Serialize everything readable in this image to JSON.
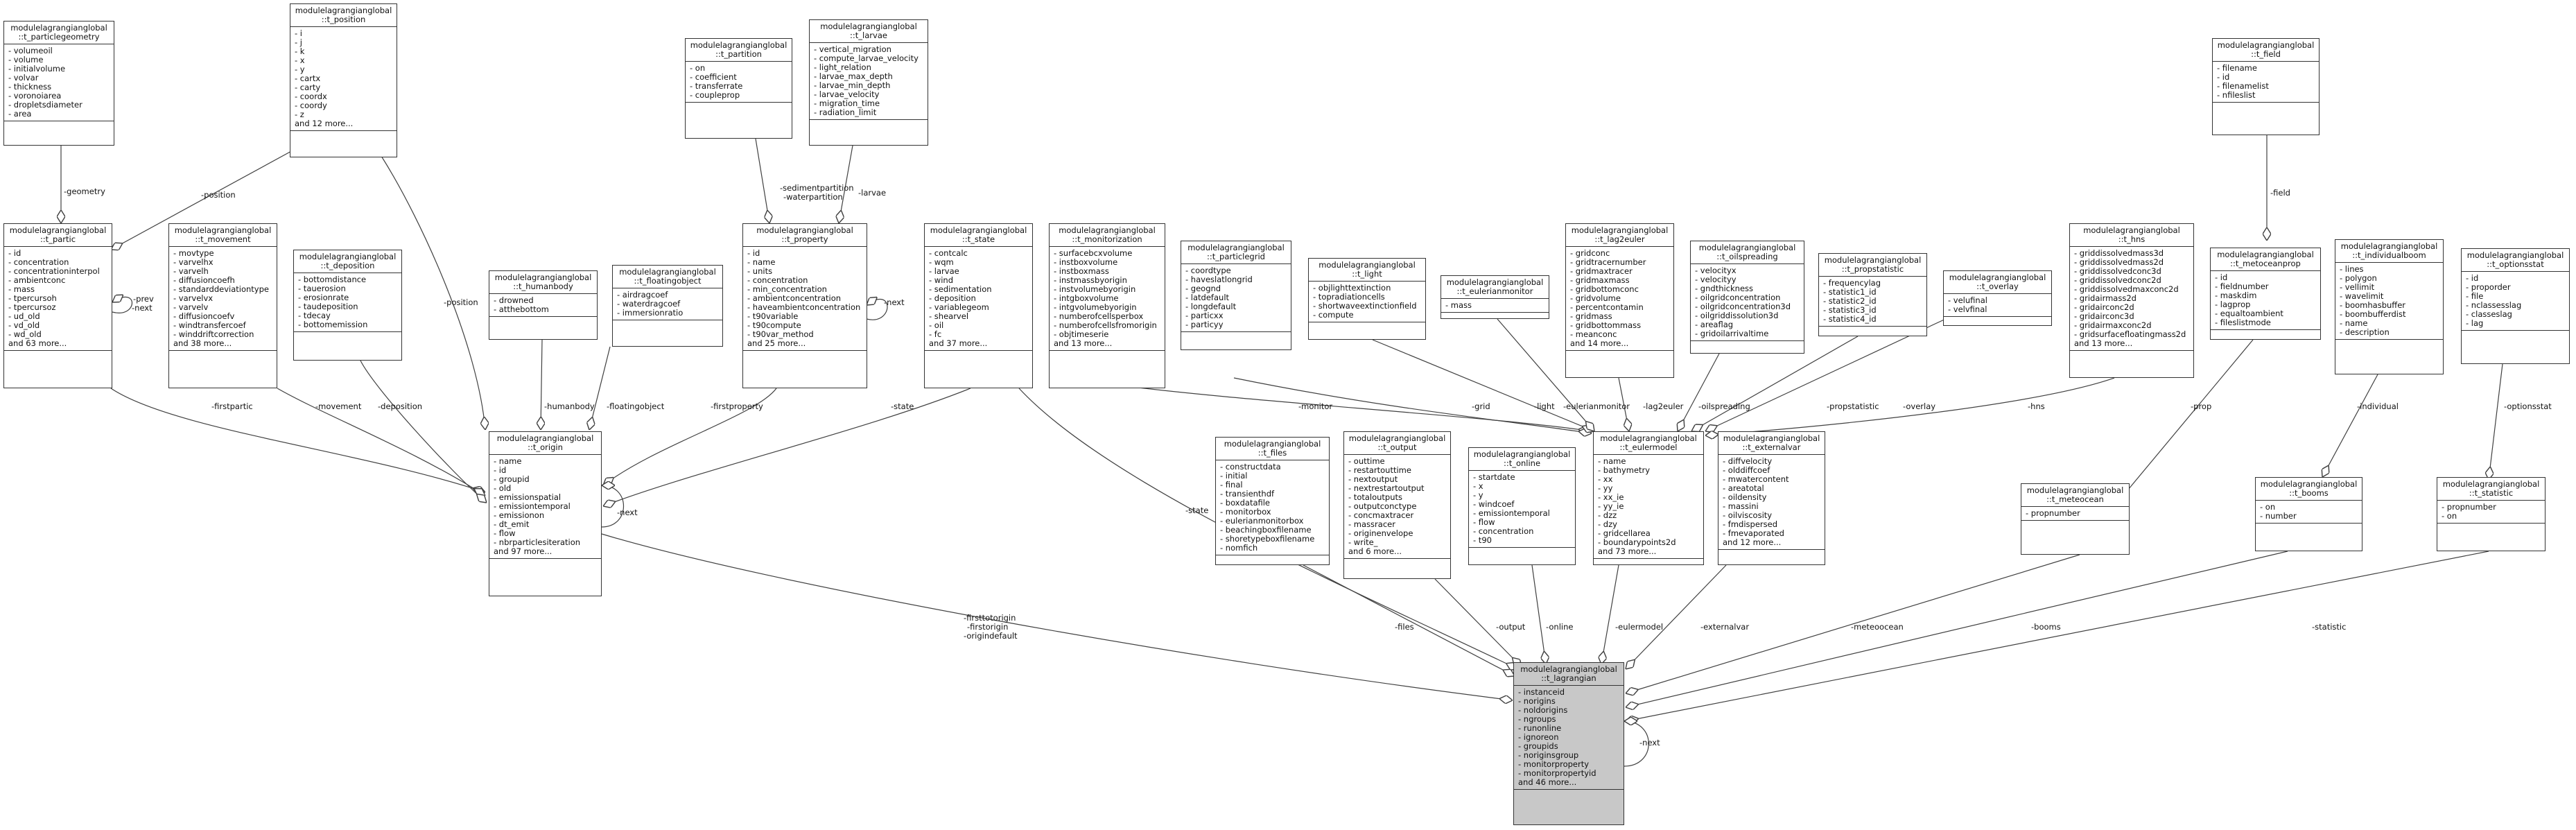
{
  "nodes": {
    "particlegeometry": {
      "t1": "modulelagrangianglobal",
      "t2": "::t_particlegeometry",
      "fields": [
        "- volumeoil",
        "- volume",
        "- initialvolume",
        "- volvar",
        "- thickness",
        "- voronoiarea",
        "- dropletsdiameter",
        "- area"
      ]
    },
    "position": {
      "t1": "modulelagrangianglobal",
      "t2": "::t_position",
      "fields": [
        "- i",
        "- j",
        "- k",
        "- x",
        "- y",
        "- cartx",
        "- carty",
        "- coordx",
        "- coordy",
        "- z",
        "and 12 more..."
      ]
    },
    "partition": {
      "t1": "modulelagrangianglobal",
      "t2": "::t_partition",
      "fields": [
        "- on",
        "- coefficient",
        "- transferrate",
        "- coupleprop"
      ]
    },
    "larvae": {
      "t1": "modulelagrangianglobal",
      "t2": "::t_larvae",
      "fields": [
        "- vertical_migration",
        "- compute_larvae_velocity",
        "- light_relation",
        "- larvae_max_depth",
        "- larvae_min_depth",
        "- larvae_velocity",
        "- migration_time",
        "- radiation_limit"
      ]
    },
    "field": {
      "t1": "modulelagrangianglobal",
      "t2": "::t_field",
      "fields": [
        "- filename",
        "- id",
        "- filenamelist",
        "- nfileslist"
      ]
    },
    "partic": {
      "t1": "modulelagrangianglobal",
      "t2": "::t_partic",
      "fields": [
        "- id",
        "- concentration",
        "- concentrationinterpol",
        "- ambientconc",
        "- mass",
        "- tpercursoh",
        "- tpercursoz",
        "- ud_old",
        "- vd_old",
        "- wd_old",
        "and 63 more..."
      ]
    },
    "movement": {
      "t1": "modulelagrangianglobal",
      "t2": "::t_movement",
      "fields": [
        "- movtype",
        "- varvelhx",
        "- varvelh",
        "- diffusioncoefh",
        "- standarddeviationtype",
        "- varvelvx",
        "- varvelv",
        "- diffusioncoefv",
        "- windtransfercoef",
        "- winddriftcorrection",
        "and 38 more..."
      ]
    },
    "deposition": {
      "t1": "modulelagrangianglobal",
      "t2": "::t_deposition",
      "fields": [
        "- bottomdistance",
        "- tauerosion",
        "- erosionrate",
        "- taudeposition",
        "- tdecay",
        "- bottomemission"
      ]
    },
    "humanbody": {
      "t1": "modulelagrangianglobal",
      "t2": "::t_humanbody",
      "fields": [
        "- drowned",
        "- atthebottom"
      ]
    },
    "floatingobject": {
      "t1": "modulelagrangianglobal",
      "t2": "::t_floatingobject",
      "fields": [
        "- airdragcoef",
        "- waterdragcoef",
        "- immersionratio"
      ]
    },
    "property": {
      "t1": "modulelagrangianglobal",
      "t2": "::t_property",
      "fields": [
        "- id",
        "- name",
        "- units",
        "- concentration",
        "- min_concentration",
        "- ambientconcentration",
        "- haveambientconcentration",
        "- t90variable",
        "- t90compute",
        "- t90var_method",
        "and 25 more..."
      ]
    },
    "state": {
      "t1": "modulelagrangianglobal",
      "t2": "::t_state",
      "fields": [
        "- contcalc",
        "- wqm",
        "- larvae",
        "- wind",
        "- sedimentation",
        "- deposition",
        "- variablegeom",
        "- shearvel",
        "- oil",
        "- fc",
        "and 37 more..."
      ]
    },
    "monitorization": {
      "t1": "modulelagrangianglobal",
      "t2": "::t_monitorization",
      "fields": [
        "- surfacebcxvolume",
        "- instboxvolume",
        "- instboxmass",
        "- instmassbyorigin",
        "- instvolumebyorigin",
        "- intgboxvolume",
        "- intgvolumebyorigin",
        "- numberofcellsperbox",
        "- numberofcellsfromorigin",
        "- objtimeserie",
        "and 13 more..."
      ]
    },
    "particlegrid": {
      "t1": "modulelagrangianglobal",
      "t2": "::t_particlegrid",
      "fields": [
        "- coordtype",
        "- haveslatlongrid",
        "- geognd",
        "- latdefault",
        "- longdefault",
        "- particxx",
        "- particyy"
      ]
    },
    "light": {
      "t1": "modulelagrangianglobal",
      "t2": "::t_light",
      "fields": [
        "- objlighttextinction",
        "- topradiationcells",
        "- shortwaveextinctionfield",
        "- compute"
      ]
    },
    "eulerianmonitor": {
      "t1": "modulelagrangianglobal",
      "t2": "::t_eulerianmonitor",
      "fields": [
        "- mass"
      ]
    },
    "lag2euler": {
      "t1": "modulelagrangianglobal",
      "t2": "::t_lag2euler",
      "fields": [
        "- gridconc",
        "- gridtracernumber",
        "- gridmaxtracer",
        "- gridmaxmass",
        "- gridbottomconc",
        "- gridvolume",
        "- percentcontamin",
        "- gridmass",
        "- gridbottommass",
        "- meanconc",
        "and 14 more..."
      ]
    },
    "oilspreading": {
      "t1": "modulelagrangianglobal",
      "t2": "::t_oilspreading",
      "fields": [
        "- velocityx",
        "- velocityy",
        "- gndthickness",
        "- oilgridconcentration",
        "- oilgridconcentration3d",
        "- oilgriddissolution3d",
        "- areaflag",
        "- gridoilarrivaltime"
      ]
    },
    "propstatistic": {
      "t1": "modulelagrangianglobal",
      "t2": "::t_propstatistic",
      "fields": [
        "- frequencylag",
        "- statistic1_id",
        "- statistic2_id",
        "- statistic3_id",
        "- statistic4_id"
      ]
    },
    "overlay": {
      "t1": "modulelagrangianglobal",
      "t2": "::t_overlay",
      "fields": [
        "- velufinal",
        "- velvfinal"
      ]
    },
    "hns": {
      "t1": "modulelagrangianglobal",
      "t2": "::t_hns",
      "fields": [
        "- griddissolvedmass3d",
        "- griddissolvedmass2d",
        "- griddissolvedconc3d",
        "- griddissolvedconc2d",
        "- griddissolvedmaxconc2d",
        "- gridairmass2d",
        "- gridairconc2d",
        "- gridairconc3d",
        "- gridairmaxconc2d",
        "- gridsurfacefloatingmass2d",
        "and 13 more..."
      ]
    },
    "metoceanprop": {
      "t1": "modulelagrangianglobal",
      "t2": "::t_metoceanprop",
      "fields": [
        "- id",
        "- fieldnumber",
        "- maskdim",
        "- lagprop",
        "- equaltoambient",
        "- fileslistmode"
      ]
    },
    "individualboom": {
      "t1": "modulelagrangianglobal",
      "t2": "::t_individualboom",
      "fields": [
        "- lines",
        "- polygon",
        "- vellimit",
        "- wavelimit",
        "- boomhasbuffer",
        "- boombufferdist",
        "- name",
        "- description"
      ]
    },
    "optionsstat": {
      "t1": "modulelagrangianglobal",
      "t2": "::t_optionsstat",
      "fields": [
        "- id",
        "- proporder",
        "- file",
        "- nclassesslag",
        "- classeslag",
        "- lag"
      ]
    },
    "origin": {
      "t1": "modulelagrangianglobal",
      "t2": "::t_origin",
      "fields": [
        "- name",
        "- id",
        "- groupid",
        "- old",
        "- emissionspatial",
        "- emissiontemporal",
        "- emissionon",
        "- dt_emit",
        "- flow",
        "- nbrparticlesiteration",
        "and 97 more..."
      ]
    },
    "files": {
      "t1": "modulelagrangianglobal",
      "t2": "::t_files",
      "fields": [
        "- constructdata",
        "- initial",
        "- final",
        "- transienthdf",
        "- boxdatafile",
        "- monitorbox",
        "- eulerianmonitorbox",
        "- beachingboxfilename",
        "- shoretypeboxfilename",
        "- nomfich"
      ]
    },
    "output": {
      "t1": "modulelagrangianglobal",
      "t2": "::t_output",
      "fields": [
        "- outtime",
        "- restartouttime",
        "- nextoutput",
        "- nextrestartoutput",
        "- totaloutputs",
        "- outputconctype",
        "- concmaxtracer",
        "- massracer",
        "- originenvelope",
        "- write_",
        "and 6 more..."
      ]
    },
    "online": {
      "t1": "modulelagrangianglobal",
      "t2": "::t_online",
      "fields": [
        "- startdate",
        "- x",
        "- y",
        "- windcoef",
        "- emissiontemporal",
        "- flow",
        "- concentration",
        "- t90"
      ]
    },
    "eulermodel": {
      "t1": "modulelagrangianglobal",
      "t2": "::t_eulermodel",
      "fields": [
        "- name",
        "- bathymetry",
        "- xx",
        "- yy",
        "- xx_ie",
        "- yy_ie",
        "- dzz",
        "- dzy",
        "- gridcellarea",
        "- boundarypoints2d",
        "and 73 more..."
      ]
    },
    "externalvar": {
      "t1": "modulelagrangianglobal",
      "t2": "::t_externalvar",
      "fields": [
        "- diffvelocity",
        "- olddiffcoef",
        "- mwatercontent",
        "- areatotal",
        "- oildensity",
        "- massini",
        "- oilviscosity",
        "- fmdispersed",
        "- fmevaporated",
        "and 12 more..."
      ]
    },
    "meteocean": {
      "t1": "modulelagrangianglobal",
      "t2": "::t_meteocean",
      "fields": [
        "- propnumber"
      ]
    },
    "booms": {
      "t1": "modulelagrangianglobal",
      "t2": "::t_booms",
      "fields": [
        "- on",
        "- number"
      ]
    },
    "statistic": {
      "t1": "modulelagrangianglobal",
      "t2": "::t_statistic",
      "fields": [
        "- propnumber",
        "- on"
      ]
    },
    "lagrangian": {
      "t1": "modulelagrangianglobal",
      "t2": "::t_lagrangian",
      "fields": [
        "- instanceid",
        "- norigins",
        "- noldorigins",
        "- ngroups",
        "- runonline",
        "- ignoreon",
        "- groupids",
        "- noriginsgroup",
        "- monitorproperty",
        "- monitorpropertyid",
        "and 46 more..."
      ]
    }
  },
  "edge_labels": {
    "geometry": "-geometry",
    "position_p": "-position",
    "position_o": "-position",
    "prevnext_a": "-prev",
    "prevnext_b": "-next",
    "sedimentpartition": "-sedimentpartition",
    "waterpartition": "-waterpartition",
    "larvae": "-larvae",
    "field": "-field",
    "next_prop": "-next",
    "firstpartic": "-firstpartic",
    "movement": "-movement",
    "deposition": "-deposition",
    "humanbody": "-humanbody",
    "floatingobject": "-floatingobject",
    "firstproperty": "-firstproperty",
    "state": "-state",
    "next_origin": "-next",
    "monitor": "-monitor",
    "grid": "-grid",
    "light": "-light",
    "eulerianmonitor": "-eulerianmonitor",
    "lag2euler": "-lag2euler",
    "oilspreading": "-oilspreading",
    "propstatistic": "-propstatistic",
    "overlay": "-overlay",
    "hns": "-hns",
    "prop": "-prop",
    "individual": "-individual",
    "optionsstat": "-optionsstat",
    "state_l": "-state",
    "firsttotorigin": "-firsttotorigin",
    "firstorigin": "-firstorigin",
    "origindefault": "-origindefault",
    "files": "-files",
    "output": "-output",
    "online": "-online",
    "eulermodel": "-eulermodel",
    "externalvar": "-externalvar",
    "meteoocean": "-meteoocean",
    "booms": "-booms",
    "statistic": "-statistic",
    "next_lag": "-next"
  }
}
